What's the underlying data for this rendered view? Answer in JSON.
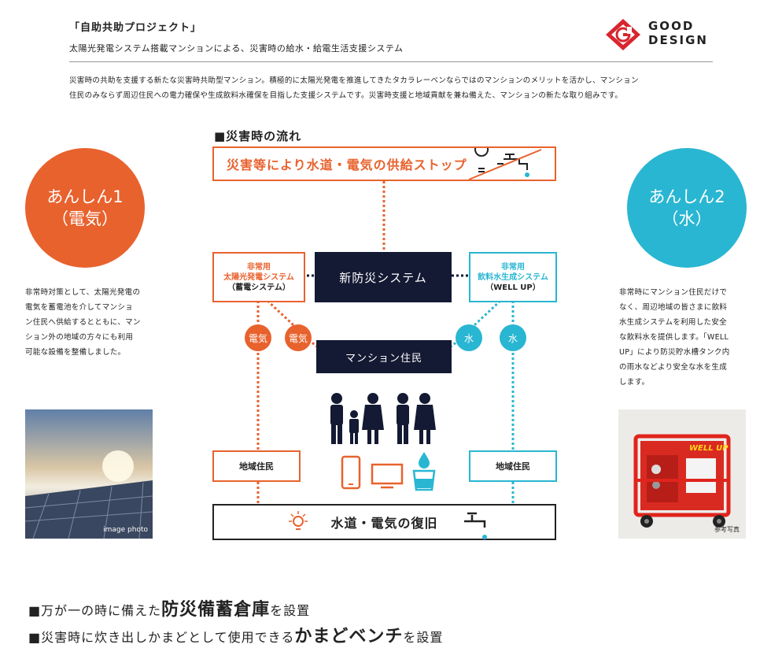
{
  "header": {
    "title": "「自助共助プロジェクト」",
    "subtitle": "太陽光発電システム搭載マンションによる、災害時の給水・給電生活支援システム",
    "intro_line1": "災害時の共助を支援する新たな災害時共助型マンション。積極的に太陽光発電を推進してきたタカラレーベンならではのマンションのメリットを活かし、マンション",
    "intro_line2": "住民のみならず周辺住民への電力確保や生成飲料水確保を目指した支援システムです。災害時支援と地域貢献を兼ね備えた、マンションの新たな取り組みです。",
    "logo_line1": "GOOD",
    "logo_line2": "DESIGN"
  },
  "left": {
    "circle_line1": "あんしん1",
    "circle_line2": "（電気）",
    "desc": [
      "非常時対策として、太陽光発電の",
      "電気を蓄電池を介してマンショ",
      "ン住民へ供給するとともに、マン",
      "ション外の地域の方々にも利用",
      "可能な設備を整備しました。"
    ],
    "photo_caption": "image photo"
  },
  "right": {
    "circle_line1": "あんしん2",
    "circle_line2": "（水）",
    "desc": [
      "非常時にマンション住民だけで",
      "なく、周辺地域の皆さまに飲料",
      "水生成システムを利用した安全",
      "な飲料水を提供します。「WELL",
      "UP」により防災貯水槽タンク内",
      "の雨水などより安全な水を生成",
      "します。"
    ],
    "photo_caption": "参考写真",
    "machine_label": "WELL UP"
  },
  "flow": {
    "section_title": "■災害時の流れ",
    "stop_label": "災害等により水道・電気の供給ストップ",
    "system_label": "新防災システム",
    "solar_line1": "非常用",
    "solar_line2": "太陽光発電システム",
    "solar_line3": "（蓄電システム）",
    "water_line1": "非常用",
    "water_line2": "飲料水生成システム",
    "water_line3": "（WELL UP）",
    "residents_label": "マンション住民",
    "tag_elec": "電気",
    "tag_water": "水",
    "local_left": "地域住民",
    "local_right": "地域住民",
    "restore_label": "水道・電気の復旧"
  },
  "bottom": {
    "line1_pre": "■万が一の時に備えた",
    "line1_bold": "防災備蓄倉庫",
    "line1_post": "を設置",
    "line2_pre": "■災害時に炊き出しかまどとして使用できる",
    "line2_bold": "かまどベンチ",
    "line2_post": "を設置"
  },
  "colors": {
    "orange": "#e8622e",
    "cyan": "#29b6d2",
    "navy": "#141a33",
    "logo_red": "#d7262e"
  }
}
